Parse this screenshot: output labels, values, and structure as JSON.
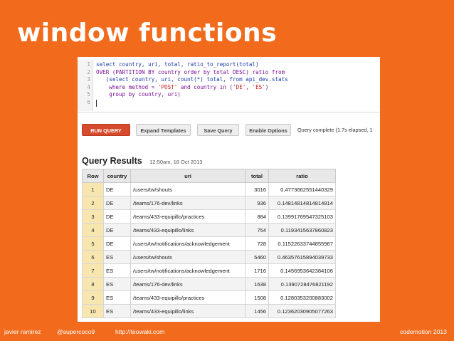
{
  "slide": {
    "title": "window functions"
  },
  "editor": {
    "lines": [
      {
        "num": "1",
        "segments": [
          {
            "t": "select country, uri, total, ",
            "c": "fn"
          },
          {
            "t": "ratio_to_report(total)",
            "c": "fn"
          }
        ]
      },
      {
        "num": "2",
        "segments": [
          {
            "t": "OVER (PARTITION BY country order by total DESC) ratio from",
            "c": "kw"
          }
        ]
      },
      {
        "num": "3",
        "segments": [
          {
            "t": "   (select country, uri, count(*) total, from api_dev.stats",
            "c": "fn"
          }
        ]
      },
      {
        "num": "4",
        "segments": [
          {
            "t": "    where method = ",
            "c": "kw"
          },
          {
            "t": "'POST'",
            "c": "str"
          },
          {
            "t": " and country in (",
            "c": "kw"
          },
          {
            "t": "'DE'",
            "c": "str"
          },
          {
            "t": ", ",
            "c": "kw"
          },
          {
            "t": "'ES'",
            "c": "str"
          },
          {
            "t": ")",
            "c": "kw"
          }
        ]
      },
      {
        "num": "5",
        "segments": [
          {
            "t": "    group by country, uri)",
            "c": "kw"
          }
        ]
      },
      {
        "num": "6",
        "segments": [
          {
            "t": "",
            "c": "kw"
          }
        ]
      }
    ]
  },
  "toolbar": {
    "run_label": "RUN QUERY",
    "expand_label": "Expand Templates",
    "save_label": "Save Query",
    "options_label": "Enable Options",
    "status": "Query complete (1.7s elapsed, 1"
  },
  "results": {
    "title": "Query Results",
    "timestamp": "12:50am, 18 Oct 2013",
    "columns": [
      "Row",
      "country",
      "uri",
      "total",
      "ratio"
    ],
    "rows": [
      [
        "1",
        "DE",
        "/users/tw/shouts",
        "3016",
        "0.4773662551440329"
      ],
      [
        "2",
        "DE",
        "/teams/176-dev/links",
        "936",
        "0.14814814814814814"
      ],
      [
        "3",
        "DE",
        "/teams/433-equipillo/practices",
        "884",
        "0.13991769547325103"
      ],
      [
        "4",
        "DE",
        "/teams/433-equipillo/links",
        "754",
        "0.1193415637860823"
      ],
      [
        "5",
        "DE",
        "/users/tw/notifications/acknowledgement",
        "728",
        "0.11522633744855967"
      ],
      [
        "6",
        "ES",
        "/users/tw/shouts",
        "5460",
        "0.46357615894039733"
      ],
      [
        "7",
        "ES",
        "/users/tw/notifications/acknowledgement",
        "1716",
        "0.1456953642384106"
      ],
      [
        "8",
        "ES",
        "/teams/176-dev/links",
        "1638",
        "0.1390728476821192"
      ],
      [
        "9",
        "ES",
        "/teams/433-equipillo/practices",
        "1508",
        "0.1280353200883002"
      ],
      [
        "10",
        "ES",
        "/teams/433-equipillo/links",
        "1456",
        "0.12362030905077263"
      ]
    ]
  },
  "footer": {
    "author": "javier ramirez",
    "handle": "@supercoco9",
    "url": "http://teowaki.com",
    "event": "codemotion 2013"
  },
  "colors": {
    "background": "#f26b1d",
    "run_button": "#d64a2e",
    "row_number_bg": "#f8e6b0"
  }
}
